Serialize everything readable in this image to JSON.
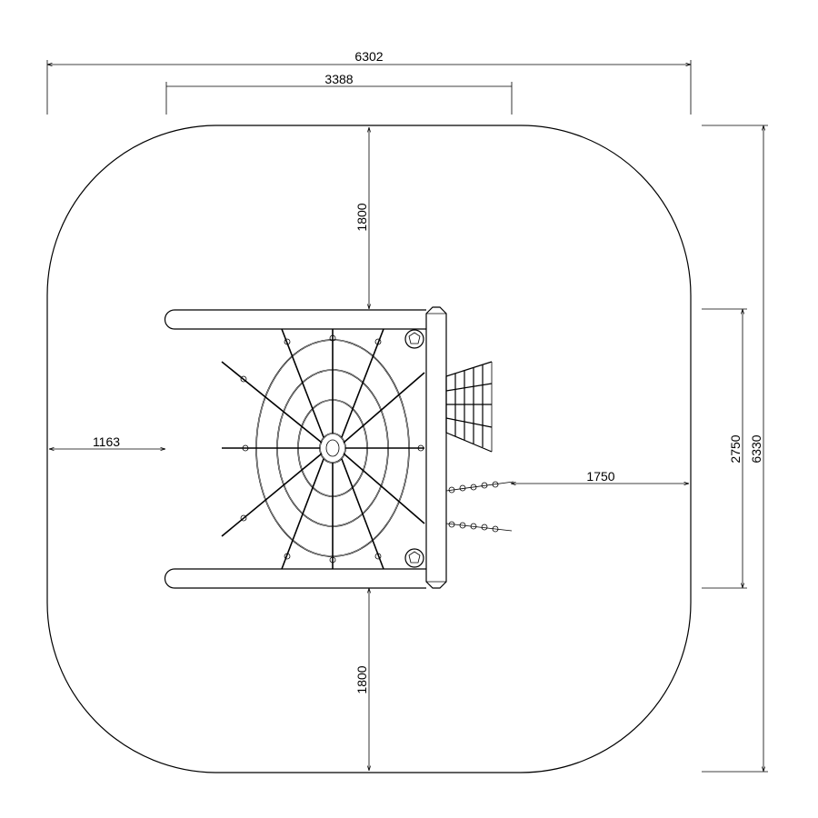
{
  "dimensions": {
    "overall_width": "6302",
    "inner_width": "3388",
    "top_clearance": "1800",
    "bottom_clearance": "1800",
    "left_clearance": "1163",
    "right_clearance": "1750",
    "structure_depth": "2750",
    "overall_depth": "6330"
  }
}
